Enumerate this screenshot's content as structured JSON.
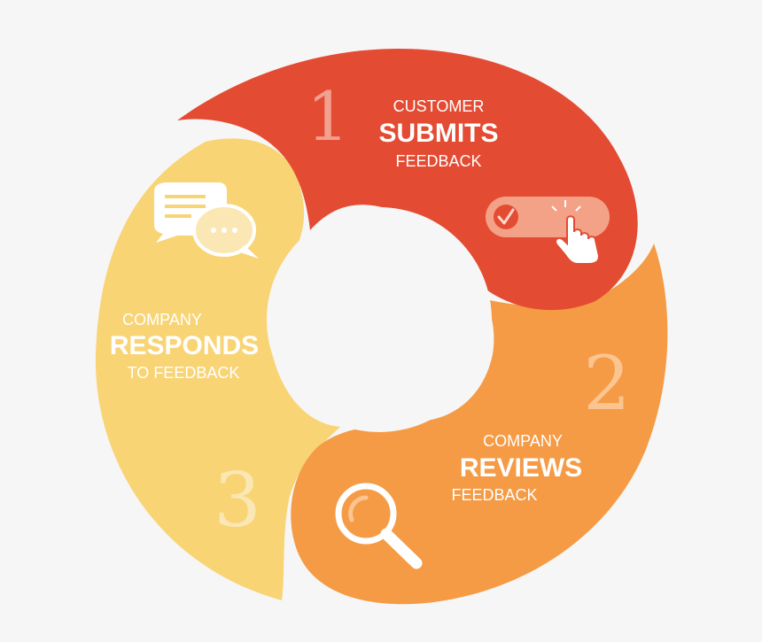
{
  "steps": [
    {
      "number": "1",
      "line1": "CUSTOMER",
      "line2": "SUBMITS",
      "line3": "FEEDBACK",
      "color": "#e44b33",
      "icon": "toggle-checkmark-with-pointer-hand"
    },
    {
      "number": "2",
      "line1": "COMPANY",
      "line2": "REVIEWS",
      "line3": "FEEDBACK",
      "color": "#f59b45",
      "icon": "magnifying-glass"
    },
    {
      "number": "3",
      "line1": "COMPANY",
      "line2": "RESPONDS",
      "line3": "TO FEEDBACK",
      "color": "#f8d475",
      "icon": "chat-bubbles"
    }
  ],
  "colors": {
    "background": "#f6f6f6",
    "text": "#ffffff"
  }
}
